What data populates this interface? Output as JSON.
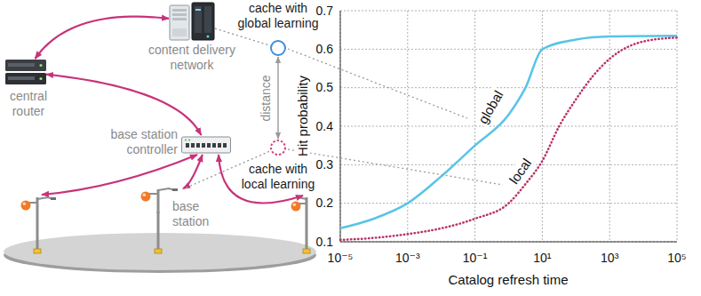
{
  "diagram": {
    "nodes": [
      {
        "text": [
          "content delivery network"
        ]
      },
      {
        "text": [
          "cache with global learning"
        ]
      },
      {
        "text": [
          "central router"
        ]
      },
      {
        "text": [
          "base station controller"
        ]
      },
      {
        "text": [
          "cache with local learning"
        ]
      },
      {
        "text": [
          "base station"
        ]
      }
    ],
    "edges": [
      {
        "from": 0,
        "to": 2,
        "arrow": "both"
      },
      {
        "from": 2,
        "to": 3,
        "arrow": "both"
      },
      {
        "from": 3,
        "to": 5,
        "arrow": "both"
      },
      {
        "from": 0,
        "to": 1,
        "arrow": "none"
      },
      {
        "from": 1,
        "to": 4,
        "arrow": "both",
        "label": "distance"
      },
      {
        "from": 4,
        "to": 5,
        "arrow": "none"
      }
    ],
    "labels": [
      "0.7",
      "0.6",
      "0.5",
      "0.4",
      "0.3",
      "0.2",
      "0.1",
      "Hit probability",
      "10⁻⁵",
      "10⁻³",
      "10⁻¹",
      "10¹",
      "10³",
      "10⁵",
      "Catalog refresh time",
      "global",
      "local"
    ]
  }
}
